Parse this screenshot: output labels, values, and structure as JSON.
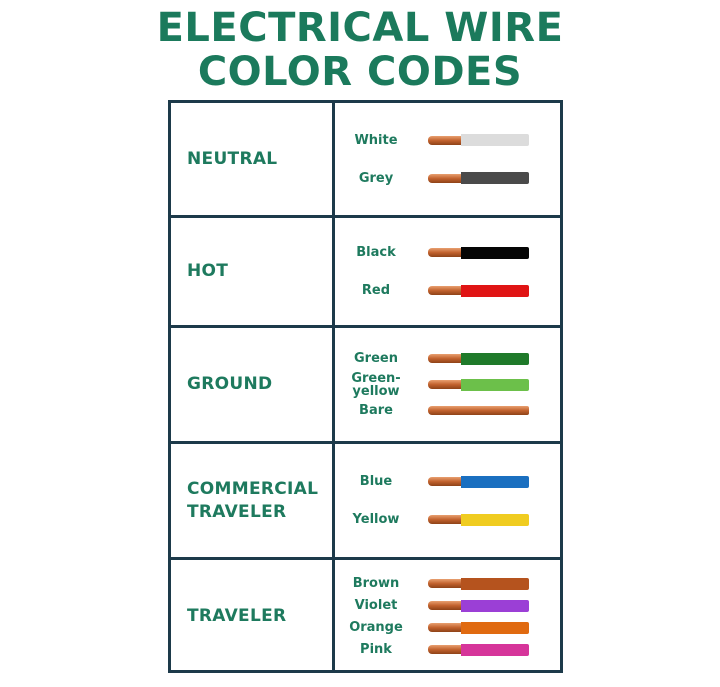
{
  "title": {
    "line1": "ELECTRICAL WIRE",
    "line2": "COLOR CODES"
  },
  "rows": [
    {
      "category": "NEUTRAL",
      "wires": [
        {
          "label": "White",
          "color": "#dcdcdc"
        },
        {
          "label": "Grey",
          "color": "#4a4a4a"
        }
      ]
    },
    {
      "category": "HOT",
      "wires": [
        {
          "label": "Black",
          "color": "#050505"
        },
        {
          "label": "Red",
          "color": "#e01414"
        }
      ]
    },
    {
      "category": "GROUND",
      "wires": [
        {
          "label": "Green",
          "color": "#1f7a2a"
        },
        {
          "label": "Green-\nyellow",
          "color": "#6cc04a"
        },
        {
          "label": "Bare",
          "color": "#c8652e"
        }
      ]
    },
    {
      "category": "COMMERCIAL\nTRAVELER",
      "wires": [
        {
          "label": "Blue",
          "color": "#1a6fc0"
        },
        {
          "label": "Yellow",
          "color": "#f0cc20"
        }
      ]
    },
    {
      "category": "TRAVELER",
      "wires": [
        {
          "label": "Brown",
          "color": "#b5531e"
        },
        {
          "label": "Violet",
          "color": "#9b3fd6"
        },
        {
          "label": "Orange",
          "color": "#e06a10"
        },
        {
          "label": "Pink",
          "color": "#d6359a"
        }
      ]
    }
  ]
}
